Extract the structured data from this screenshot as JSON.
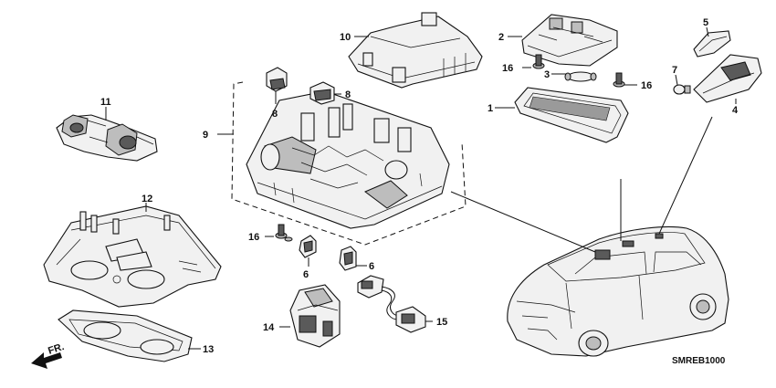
{
  "diagram_code": "SMREB1000",
  "direction_label": "FR.",
  "callouts": [
    {
      "id": "c1",
      "num": "1"
    },
    {
      "id": "c2",
      "num": "2"
    },
    {
      "id": "c3",
      "num": "3"
    },
    {
      "id": "c4",
      "num": "4"
    },
    {
      "id": "c5",
      "num": "5"
    },
    {
      "id": "c6a",
      "num": "6"
    },
    {
      "id": "c6b",
      "num": "6"
    },
    {
      "id": "c7",
      "num": "7"
    },
    {
      "id": "c8a",
      "num": "8"
    },
    {
      "id": "c8b",
      "num": "8"
    },
    {
      "id": "c9",
      "num": "9"
    },
    {
      "id": "c10",
      "num": "10"
    },
    {
      "id": "c11",
      "num": "11"
    },
    {
      "id": "c12",
      "num": "12"
    },
    {
      "id": "c13",
      "num": "13"
    },
    {
      "id": "c14",
      "num": "14"
    },
    {
      "id": "c15",
      "num": "15"
    },
    {
      "id": "c16a",
      "num": "16"
    },
    {
      "id": "c16b",
      "num": "16"
    },
    {
      "id": "c16c",
      "num": "16"
    }
  ]
}
